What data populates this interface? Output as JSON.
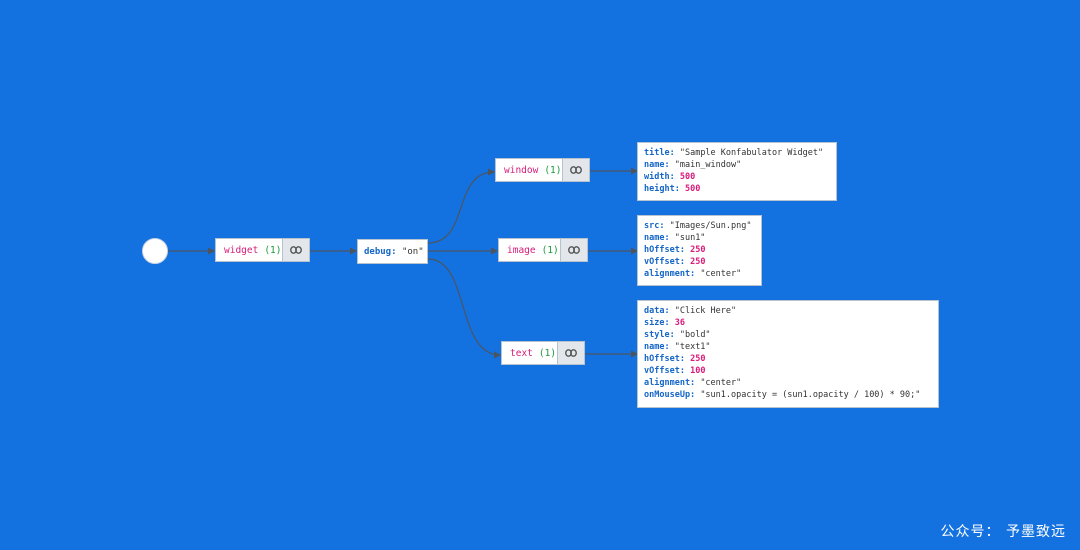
{
  "widget": {
    "key": "widget",
    "count": "(1)"
  },
  "debug": {
    "key": "debug:",
    "value": "\"on\""
  },
  "children": {
    "window": {
      "key": "window",
      "count": "(1)"
    },
    "image": {
      "key": "image",
      "count": "(1)"
    },
    "text": {
      "key": "text",
      "count": "(1)"
    }
  },
  "props": {
    "window": [
      {
        "k": "title:",
        "v": "\"Sample Konfabulator Widget\"",
        "t": "str"
      },
      {
        "k": "name:",
        "v": "\"main_window\"",
        "t": "str"
      },
      {
        "k": "width:",
        "v": "500",
        "t": "num"
      },
      {
        "k": "height:",
        "v": "500",
        "t": "num"
      }
    ],
    "image": [
      {
        "k": "src:",
        "v": "\"Images/Sun.png\"",
        "t": "str"
      },
      {
        "k": "name:",
        "v": "\"sun1\"",
        "t": "str"
      },
      {
        "k": "hOffset:",
        "v": "250",
        "t": "num"
      },
      {
        "k": "vOffset:",
        "v": "250",
        "t": "num"
      },
      {
        "k": "alignment:",
        "v": "\"center\"",
        "t": "str"
      }
    ],
    "text": [
      {
        "k": "data:",
        "v": "\"Click Here\"",
        "t": "str"
      },
      {
        "k": "size:",
        "v": "36",
        "t": "num"
      },
      {
        "k": "style:",
        "v": "\"bold\"",
        "t": "str"
      },
      {
        "k": "name:",
        "v": "\"text1\"",
        "t": "str"
      },
      {
        "k": "hOffset:",
        "v": "250",
        "t": "num"
      },
      {
        "k": "vOffset:",
        "v": "100",
        "t": "num"
      },
      {
        "k": "alignment:",
        "v": "\"center\"",
        "t": "str"
      },
      {
        "k": "onMouseUp:",
        "v": "\"sun1.opacity = (sun1.opacity / 100) * 90;\"",
        "t": "str"
      }
    ]
  },
  "watermark": "公众号： 予墨致远",
  "colors": {
    "background": "#1472e0",
    "key": "#d81b7a",
    "count": "#1a9a3c",
    "prop_key": "#1466c8",
    "edge": "#4a5563"
  },
  "icons": {
    "link": "link-icon",
    "root": "root-circle"
  }
}
